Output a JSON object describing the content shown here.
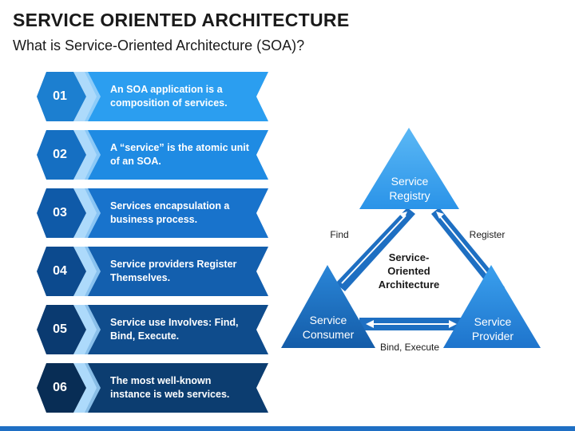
{
  "title": "SERVICE ORIENTED ARCHITECTURE",
  "subtitle": "What is Service-Oriented Architecture (SOA)?",
  "steps": [
    {
      "num": "01",
      "text": "An SOA application is a composition of services.",
      "color": "#2b9ef0",
      "dark": "#1c7fd0"
    },
    {
      "num": "02",
      "text": "A “service” is the atomic unit of an SOA.",
      "color": "#1f8be3",
      "dark": "#156fc2"
    },
    {
      "num": "03",
      "text": "Services encapsulation a business process.",
      "color": "#1873cc",
      "dark": "#0f5aa8"
    },
    {
      "num": "04",
      "text": "Service providers Register Themselves.",
      "color": "#135fae",
      "dark": "#0c4a8e"
    },
    {
      "num": "05",
      "text": "Service use Involves: Find, Bind, Execute.",
      "color": "#0f4c8c",
      "dark": "#0a3a70"
    },
    {
      "num": "06",
      "text": "The most well-known instance is web services.",
      "color": "#0c3d70",
      "dark": "#082d55"
    }
  ],
  "diagram": {
    "center_label": "Service-\nOriented\nArchitecture",
    "registry_label": "Service\nRegistry",
    "consumer_label": "Service\nConsumer",
    "provider_label": "Service\nProvider",
    "find_label": "Find",
    "register_label": "Register",
    "bind_label": "Bind, Execute",
    "colors": {
      "registry": "#3aa3f0",
      "consumer": "#1e6fc2",
      "provider": "#2b8ee6",
      "arrow": "#1e6fc2"
    }
  }
}
